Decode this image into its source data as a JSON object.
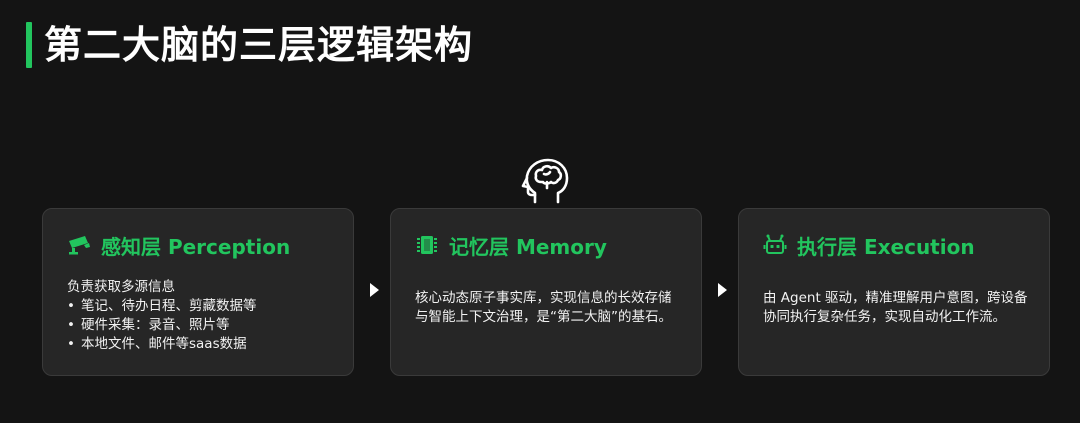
{
  "title": "第二大脑的三层逻辑架构",
  "colors": {
    "accent": "#22c55e",
    "background": "#141414",
    "card": "#262626"
  },
  "cards": [
    {
      "icon": "camera-icon",
      "name": "感知层 Perception",
      "intro": "负责获取多源信息",
      "bullets": [
        "笔记、待办日程、剪藏数据等",
        "硬件采集：录音、照片等",
        "本地文件、邮件等saas数据"
      ]
    },
    {
      "icon": "chip-icon",
      "name": "记忆层 Memory",
      "text": "核心动态原子事实库，实现信息的长效存储与智能上下文治理，是“第二大脑”的基石。"
    },
    {
      "icon": "robot-icon",
      "name": "执行层 Execution",
      "text": "由 Agent 驱动，精准理解用户意图，跨设备协同执行复杂任务，实现自动化工作流。"
    }
  ],
  "brain_icon": "brain-head-icon"
}
